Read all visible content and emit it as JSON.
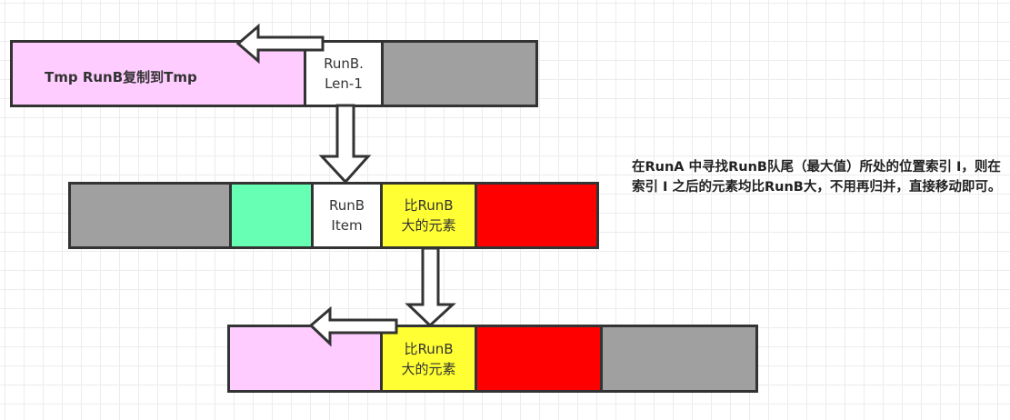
{
  "diagram": {
    "row1": {
      "cells": [
        {
          "label": "Tmp RunB复制到Tmp",
          "color": "#ffccff",
          "bold": true
        },
        {
          "label": "RunB.\nLen-1",
          "color": "#ffffff"
        },
        {
          "label": "",
          "color": "#a0a0a0"
        }
      ]
    },
    "row2": {
      "cells": [
        {
          "label": "",
          "color": "#a0a0a0"
        },
        {
          "label": "",
          "color": "#66ffb3"
        },
        {
          "label": "RunB\nItem",
          "color": "#ffffff"
        },
        {
          "label": "比RunB\n大的元素",
          "color": "#ffff33"
        },
        {
          "label": "",
          "color": "#ff0000"
        }
      ]
    },
    "row3": {
      "cells": [
        {
          "label": "",
          "color": "#ffccff"
        },
        {
          "label": "比RunB\n大的元素",
          "color": "#ffff33"
        },
        {
          "label": "",
          "color": "#ff0000"
        },
        {
          "label": "",
          "color": "#a0a0a0"
        }
      ]
    },
    "arrows": [
      {
        "name": "arrow-left-top",
        "direction": "left"
      },
      {
        "name": "arrow-down-1",
        "direction": "down"
      },
      {
        "name": "arrow-down-2",
        "direction": "down"
      },
      {
        "name": "arrow-left-bottom",
        "direction": "left"
      }
    ],
    "note": "在RunA 中寻找RunB队尾（最大值）所处的位置索引 I，则在索引 I 之后的元素均比RunB大，不用再归并，直接移动即可。"
  }
}
